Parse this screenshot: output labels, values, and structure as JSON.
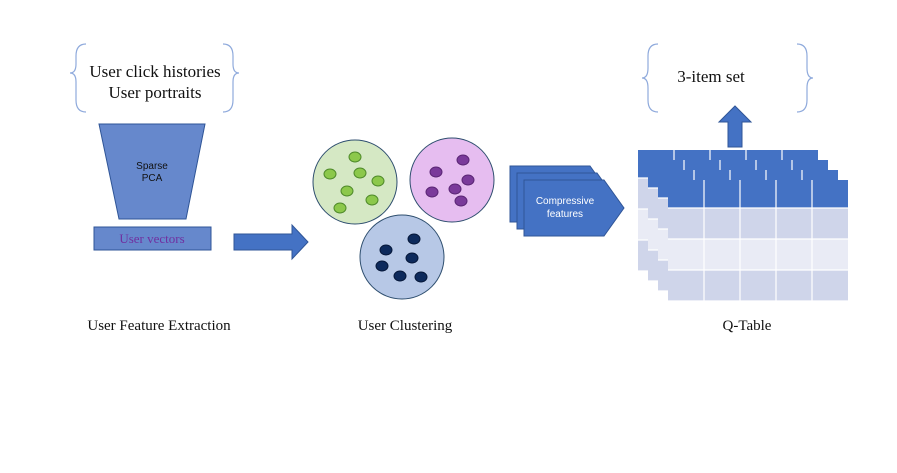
{
  "input_brace": {
    "line1": "User click histories",
    "line2": "User portraits"
  },
  "extraction": {
    "funnel_line1": "Sparse",
    "funnel_line2": "PCA",
    "vectors_label": "User vectors",
    "caption": "User Feature Extraction"
  },
  "clustering": {
    "caption": "User Clustering",
    "clusters": [
      {
        "name": "green",
        "fill": "#d5e8c4",
        "dot": "#8cc84b",
        "dot_stroke": "#4f8a2a"
      },
      {
        "name": "purple",
        "fill": "#e6bdf0",
        "dot": "#7a3a9a",
        "dot_stroke": "#5b2675"
      },
      {
        "name": "blue",
        "fill": "#b7c8e6",
        "dot": "#0d2a5c",
        "dot_stroke": "#06183a"
      }
    ]
  },
  "compressive": {
    "line1": "Compressive",
    "line2": "features"
  },
  "qtable": {
    "caption": "Q-Table",
    "output_label": "3-item set"
  },
  "colors": {
    "accent": "#4472c4",
    "accent_dark": "#2f5597",
    "funnel": "#6688cc",
    "vectors_text": "#7030a0",
    "brace": "#8faadc"
  }
}
